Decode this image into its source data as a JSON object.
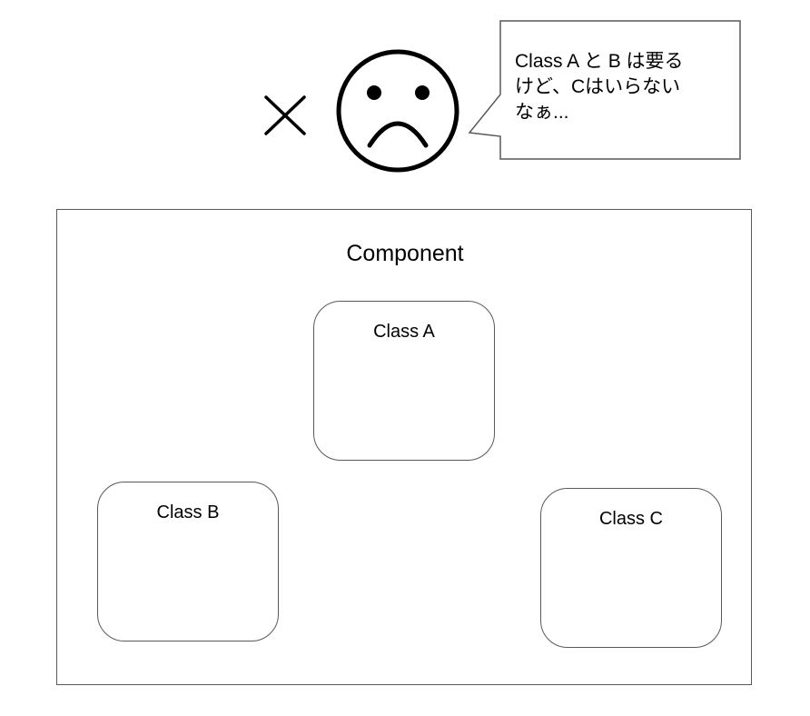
{
  "speech_bubble": {
    "text": "Class A と B は要る\nけど、Cはいらない\nなぁ..."
  },
  "component": {
    "title": "Component",
    "classes": [
      {
        "label": "Class A"
      },
      {
        "label": "Class B"
      },
      {
        "label": "Class C"
      }
    ]
  },
  "icons": {
    "reject": "cross-icon",
    "face": "sad-face-icon"
  },
  "colors": {
    "stroke": "#000000",
    "box_border": "#595959",
    "background": "#ffffff"
  }
}
